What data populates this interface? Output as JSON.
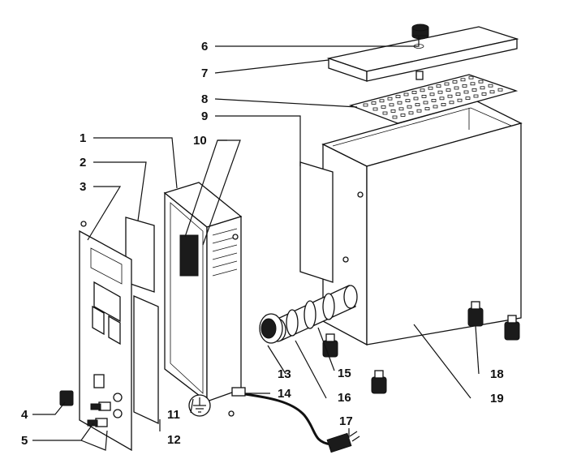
{
  "labels": {
    "l1": "1",
    "l2": "2",
    "l3": "3",
    "l4": "4",
    "l5": "5",
    "l6": "6",
    "l7": "7",
    "l8": "8",
    "l9": "9",
    "l10": "10",
    "l11": "11",
    "l12": "12",
    "l13": "13",
    "l14": "14",
    "l15": "15",
    "l16": "16",
    "l17": "17",
    "l18": "18",
    "l19": "19"
  }
}
